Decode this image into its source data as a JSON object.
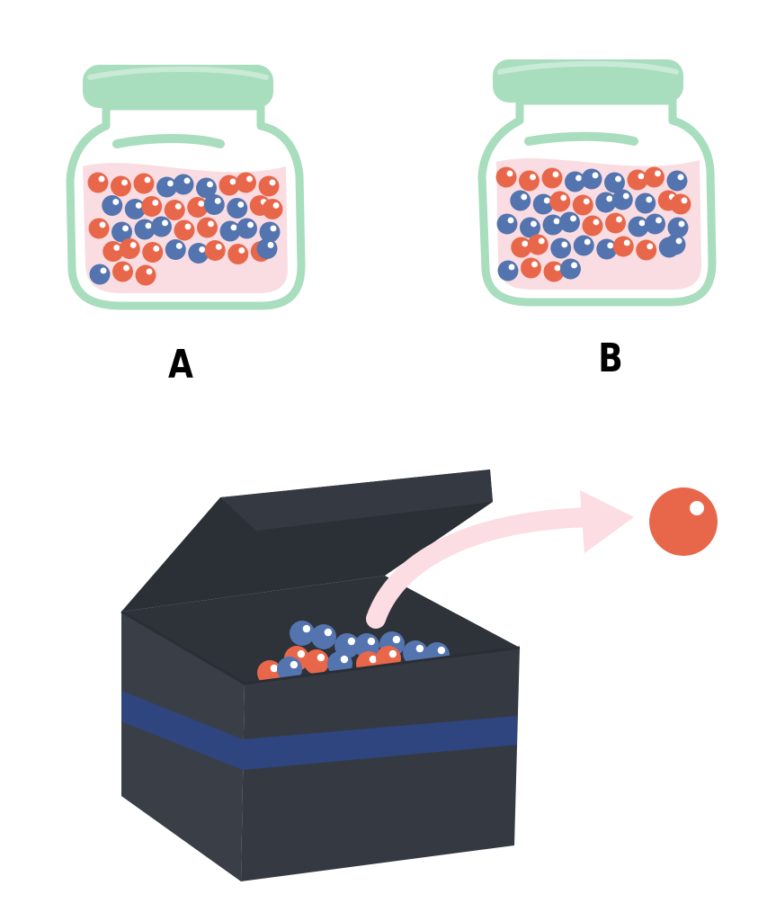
{
  "jars": [
    {
      "label": "A",
      "red_ball_count": 22,
      "blue_ball_count": 17
    },
    {
      "label": "B",
      "red_ball_count": 17,
      "blue_ball_count": 23
    }
  ],
  "colors": {
    "red_ball": "#E8674B",
    "blue_ball": "#5474B0",
    "ball_highlight": "#FFFFFF",
    "jar_glass": "#A8DDBE",
    "jar_fill": "#FADDE2",
    "box_body": "#353A42",
    "box_inner": "#2E3239",
    "box_band": "#2F4580",
    "arrow": "#FBDDE3",
    "label": "#000000"
  },
  "icons": {
    "jar_a": "jar-icon",
    "jar_b": "jar-icon",
    "box": "mystery-box-icon",
    "arrow": "curved-arrow-icon",
    "drawn_ball": "red-ball-icon"
  },
  "drawn_ball_color": "red"
}
